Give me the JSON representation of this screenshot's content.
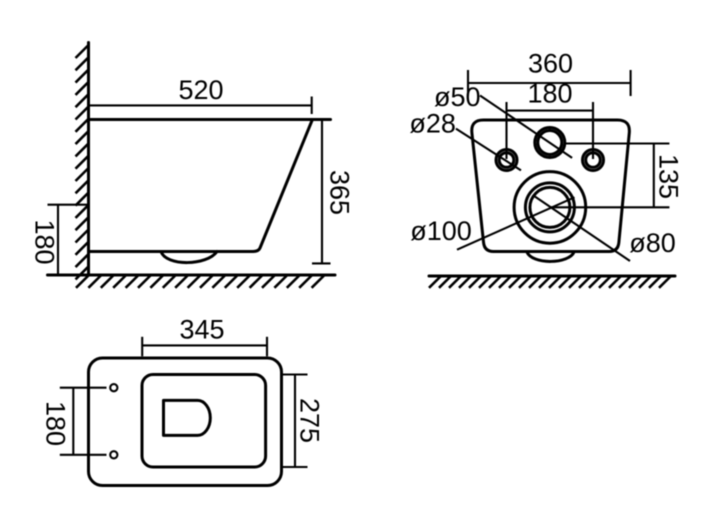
{
  "drawing": {
    "type": "technical-dimension-drawing",
    "subject": "wall-hung toilet",
    "colors": {
      "line": "#000000",
      "background": "#ffffff"
    },
    "side_view": {
      "width": "520",
      "height": "365",
      "bottom_height": "180"
    },
    "rear_view": {
      "overall_width": "360",
      "fixing_holes_spacing": "180",
      "inlet_to_outlet_offset": "135",
      "inlet_diameter": "ø50",
      "fixing_hole_diameter": "ø28",
      "outlet_outer_diameter": "ø100",
      "outlet_diameter": "ø80"
    },
    "plan_view": {
      "seat_width": "345",
      "seat_depth": "275",
      "hinge_holes_spacing": "180"
    }
  }
}
